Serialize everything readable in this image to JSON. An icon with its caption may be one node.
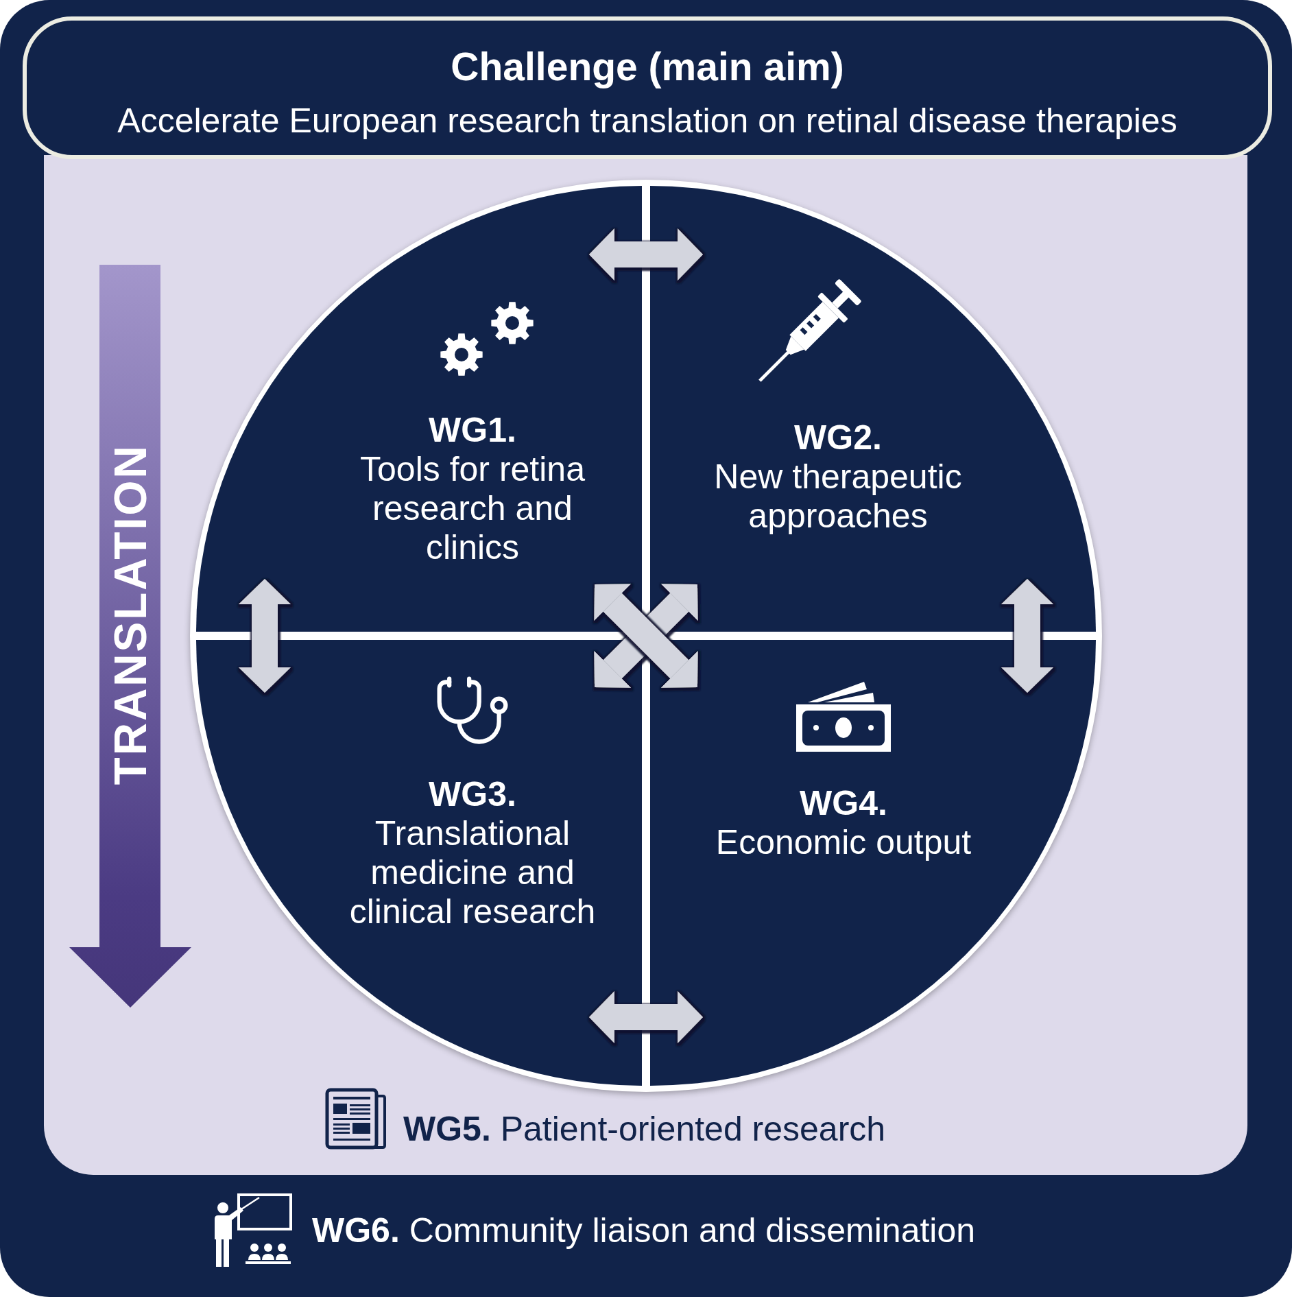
{
  "diagram": {
    "nodes": [
      {
        "text": [
          "**WG6.** Community liaison and dissemination"
        ]
      },
      {
        "text": [
          "Challenge (main aim)",
          "Accelerate European research translation on retinal disease therapies"
        ],
        "in": 0
      },
      {
        "text": [
          "**WG5.** Patient-oriented research"
        ],
        "in": 0
      },
      {
        "text": [
          "TRANSLATION"
        ],
        "in": 2
      },
      {
        "text": [],
        "shape": "circle",
        "in": 2
      },
      {
        "text": [
          "WG1.",
          "Tools for retina research and clinics"
        ],
        "in": 4
      },
      {
        "text": [
          "WG2.",
          "New therapeutic approaches"
        ],
        "in": 4
      },
      {
        "text": [
          "WG3.",
          "Translational medicine and clinical research"
        ],
        "in": 4
      },
      {
        "text": [
          "WG4.",
          "Economic output"
        ],
        "in": 4
      }
    ],
    "edges": [
      {
        "from": 5,
        "to": 6,
        "arrow": "both"
      },
      {
        "from": 5,
        "to": 7,
        "arrow": "both"
      },
      {
        "from": 6,
        "to": 8,
        "arrow": "both"
      },
      {
        "from": 6,
        "to": 7,
        "arrow": "both"
      },
      {
        "from": 5,
        "to": 8,
        "arrow": "both"
      },
      {
        "from": 7,
        "to": 8,
        "arrow": "both"
      }
    ]
  }
}
